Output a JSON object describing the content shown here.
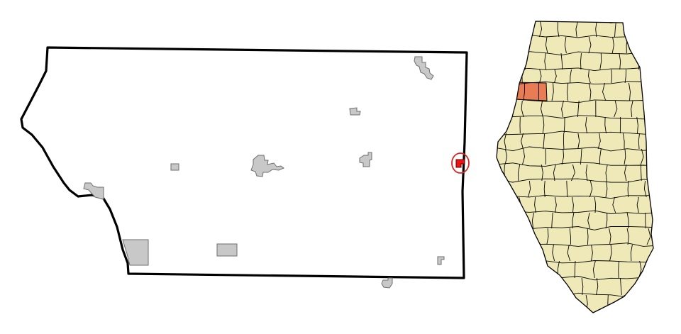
{
  "colors": {
    "background": "#ffffff",
    "county_fill": "#ffffff",
    "county_stroke": "#000000",
    "town_fill": "#c8c8c8",
    "town_stroke": "#6e6e6e",
    "highlight_town_fill": "#ee1111",
    "highlight_circle": "#dd2222",
    "state_fill": "#efe9b8",
    "state_stroke": "#000000",
    "selected_county_fill": "#e87c55"
  },
  "map": {
    "county_view": "detail-county-map",
    "state_view": "illinois-locator-map",
    "highlighted_place": "highlighted-town-marker"
  }
}
